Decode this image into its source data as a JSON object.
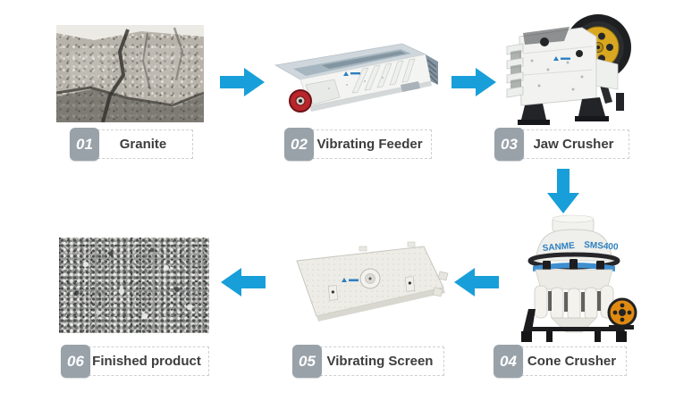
{
  "steps": [
    {
      "number": "01",
      "label": "Granite"
    },
    {
      "number": "02",
      "label": "Vibrating Feeder"
    },
    {
      "number": "03",
      "label": "Jaw Crusher"
    },
    {
      "number": "04",
      "label": "Cone Crusher"
    },
    {
      "number": "05",
      "label": "Vibrating Screen"
    },
    {
      "number": "06",
      "label": "Finished product"
    }
  ],
  "machines": {
    "cone_crusher": {
      "brand": "SANME",
      "model": "SMS400"
    }
  },
  "icons": {
    "flow_arrows": [
      "arrow-right-icon",
      "arrow-right-icon",
      "arrow-down-icon",
      "arrow-left-icon",
      "arrow-left-icon"
    ]
  },
  "colors": {
    "arrow": "#189fd9",
    "badge_bg": "#99a2a9",
    "badge_text": "#ffffff",
    "label_bg": "#ffffff",
    "label_border": "#cdd0d3",
    "label_text": "#3d3d3d",
    "logo_blue": "#2e7fc1",
    "flywheel_gold": "#d9a820",
    "pulley_orange": "#e08a12",
    "wheel_red": "#b8262b"
  }
}
